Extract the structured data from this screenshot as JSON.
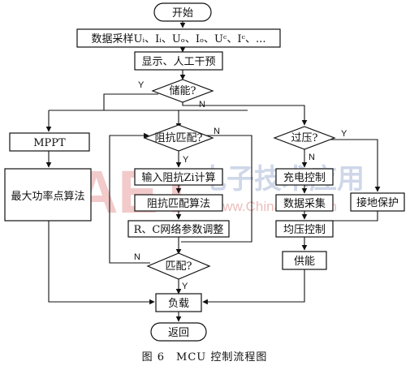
{
  "diagram": {
    "start": "开始",
    "sampling": "数据采样Uᵢ、Iᵢ、Uₒ、Iₒ、Uᶜ、Iᶜ、...",
    "display": "显示、人工干预",
    "storage_decision": "储能?",
    "mppt": "MPPT",
    "max_power_algo": "最大功率点算法",
    "impedance_decision": "阻抗匹配?",
    "input_impedance": "输入阻抗Zi计算",
    "matching_algo": "阻抗匹配算法",
    "rc_adjust": "R、C网络参数调整",
    "match_decision": "匹配?",
    "overvoltage_decision": "过压?",
    "charge_control": "充电控制",
    "data_collect": "数据采集",
    "balance_control": "均压控制",
    "ground_protect": "接地保护",
    "power_supply": "供能",
    "load": "负载",
    "return": "返回",
    "yes": "Y",
    "no": "N"
  },
  "watermark": {
    "brand": "AET",
    "cn": "电子技术应用",
    "url": "www.ChinaAET.com"
  },
  "caption": "图 6　MCU 控制流程图"
}
